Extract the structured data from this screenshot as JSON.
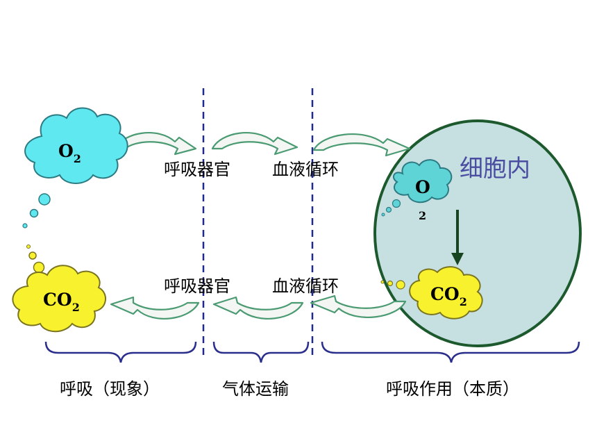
{
  "gases": {
    "o2_base": "O",
    "o2_sub": "2",
    "co2_base": "CO",
    "co2_sub": "2"
  },
  "labels": {
    "top_organ": "呼吸器官",
    "top_blood": "血液循环",
    "bottom_organ": "呼吸器官",
    "bottom_blood": "血液循环"
  },
  "cell": {
    "title": "细胞内"
  },
  "sections": {
    "left": "呼吸（现象）",
    "middle": "气体运输",
    "right": "呼吸作用（本质）"
  },
  "colors": {
    "o2_cloud": "#5fe8f0",
    "co2_cloud": "#f8f22e",
    "cell_fill": "#c6e0e2",
    "cell_border": "#1c5a2e",
    "arrow_stroke": "#4a9a72",
    "bracket": "#2b2f8c",
    "divider": "#1f2a8c"
  }
}
